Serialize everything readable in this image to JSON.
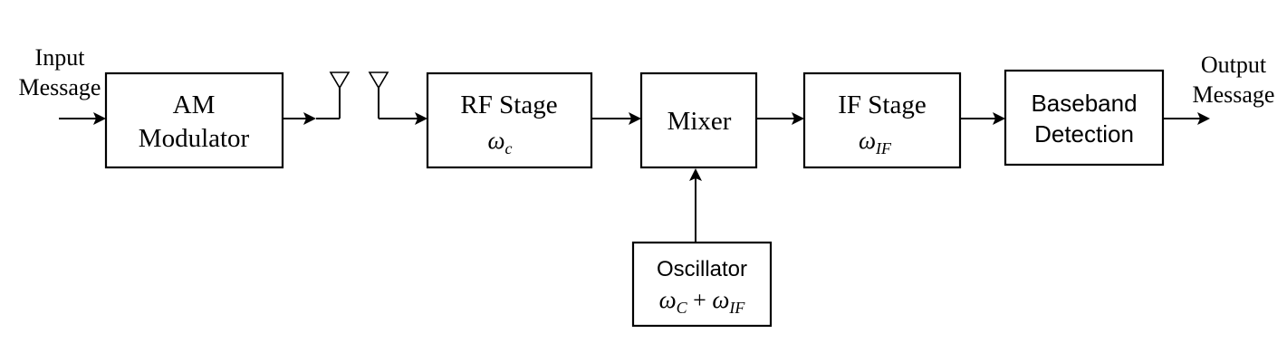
{
  "io": {
    "input_line1": "Input",
    "input_line2": "Message",
    "output_line1": "Output",
    "output_line2": "Message"
  },
  "blocks": {
    "am_modulator": {
      "line1": "AM",
      "line2": "Modulator"
    },
    "rf_stage": {
      "label": "RF Stage",
      "symbol": "ω",
      "subscript": "c"
    },
    "mixer": {
      "label": "Mixer"
    },
    "if_stage": {
      "label": "IF Stage",
      "symbol": "ω",
      "subscript": "IF"
    },
    "baseband": {
      "line1": "Baseband",
      "line2": "Detection"
    },
    "oscillator": {
      "label": "Oscillator",
      "symbol1": "ω",
      "sub1": "C",
      "plus": " + ",
      "symbol2": "ω",
      "sub2": "IF"
    }
  }
}
